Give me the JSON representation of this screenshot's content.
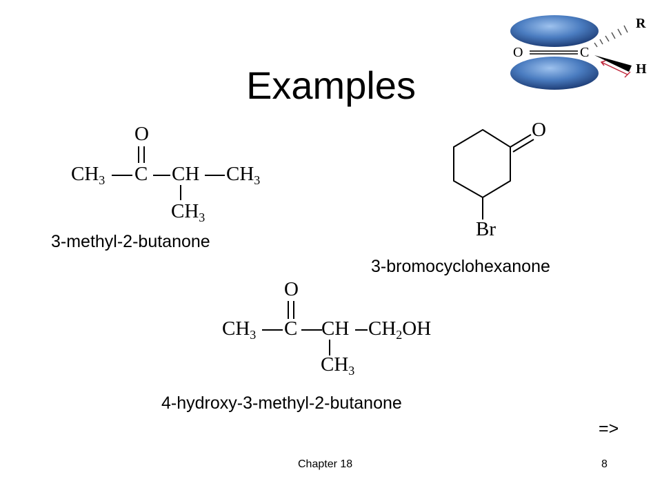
{
  "slide": {
    "title": "Examples",
    "footer_left": "Chapter 18",
    "page_number": "8",
    "next_arrow": "=>"
  },
  "corner_figure": {
    "labels": {
      "O": "O",
      "C": "C",
      "R": "R",
      "H": "H"
    },
    "lobe_color": "#3f6fb0",
    "arrow_color": "#c0283c"
  },
  "molecules": [
    {
      "name": "3-methyl-2-butanone",
      "atoms": {
        "o": "O",
        "ch3_left": "CH",
        "c": "C",
        "ch": "CH",
        "ch3_right": "CH",
        "ch3_bottom": "CH",
        "sub3": "3"
      }
    },
    {
      "name": "3-bromocyclohexanone",
      "atoms": {
        "o": "O",
        "br": "Br"
      }
    },
    {
      "name": "4-hydroxy-3-methyl-2-butanone",
      "atoms": {
        "o": "O",
        "ch3_left": "CH",
        "c": "C",
        "ch": "CH",
        "ch2": "CH",
        "sub2": "2",
        "oh": "OH",
        "ch3_bottom": "CH",
        "sub3": "3"
      }
    }
  ]
}
